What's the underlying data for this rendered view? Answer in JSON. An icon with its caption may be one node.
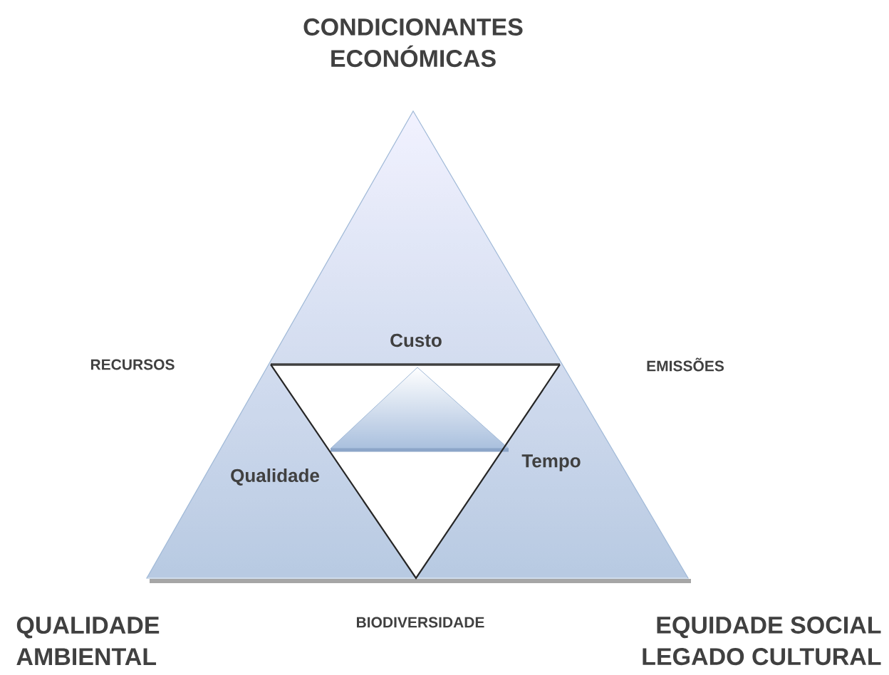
{
  "diagram": {
    "labels": [
      "CONDICIONANTES ECONÓMICAS",
      "RECURSOS",
      "Custo",
      "EMISSÕES",
      "Qualidade",
      "Tempo",
      "QUALIDADE AMBIENTAL",
      "BIODIVERSIDADE",
      "EQUIDADE SOCIAL LEGADO CULTURAL"
    ]
  }
}
